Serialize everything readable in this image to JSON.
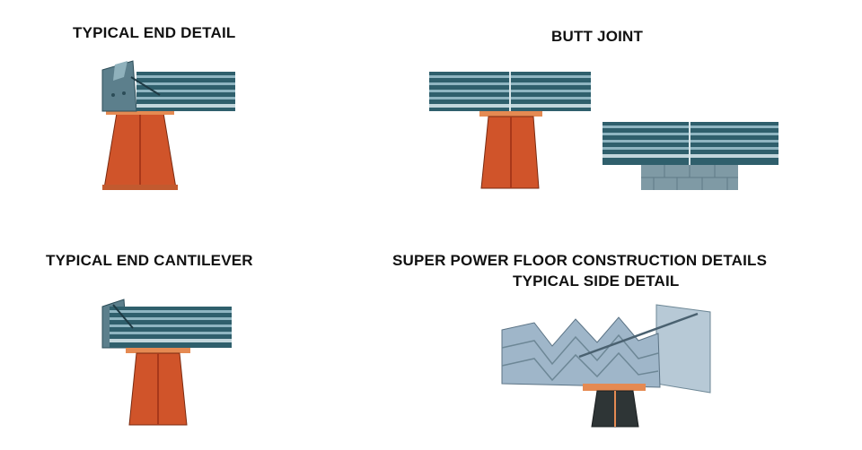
{
  "captions": {
    "typical_end_detail": "TYPICAL END DETAIL",
    "butt_joint": "BUTT JOINT",
    "typical_end_cantilever": "TYPICAL END CANTILEVER",
    "super_power_title": "SUPER POWER FLOOR CONSTRUCTION DETAILS",
    "typical_side_detail": "TYPICAL SIDE DETAIL"
  },
  "colors": {
    "steel_beam": "#d0542a",
    "beam_dark": "#a8381a",
    "deck_blue": "#2f5f6c",
    "deck_light": "#7fa6b2",
    "wall_grey": "#7f9aa5",
    "side_deck": "#9fb6c9"
  },
  "illustrations": [
    "typical-end-detail-illustration",
    "butt-joint-illustration",
    "typical-end-cantilever-illustration",
    "typical-side-detail-illustration"
  ]
}
